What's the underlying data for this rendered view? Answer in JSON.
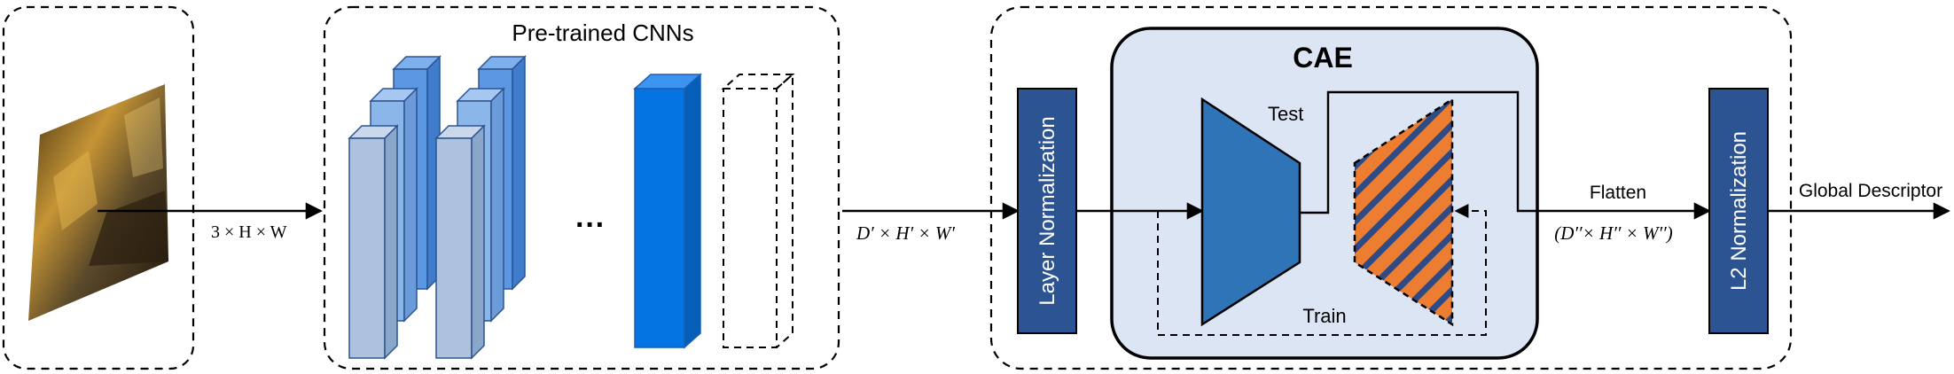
{
  "input": {
    "dim_label": "3 × H × W"
  },
  "cnn": {
    "title": "Pre-trained CNNs",
    "ellipsis": "···"
  },
  "after_cnn": {
    "dim_label": "D′ × H′ × W′"
  },
  "layer_norm": {
    "label": "Layer Normalization"
  },
  "cae": {
    "title": "CAE",
    "test_label": "Test",
    "train_label": "Train"
  },
  "flatten": {
    "label": "Flatten",
    "dim_label": "(D′′× H′′ × W′′)"
  },
  "l2_norm": {
    "label": "L2 Normalization"
  },
  "output": {
    "label": "Global Descriptor"
  },
  "colors": {
    "light_blue": "#adc3dd",
    "mid_blue": "#5b97e3",
    "bright_blue": "#0474e2",
    "navy": "#2d5492",
    "encoder_blue": "#2e74b6",
    "cae_bg": "#dce5f4",
    "cae_outer_bg": "#eaf0f9",
    "orange": "#ed7d31"
  }
}
